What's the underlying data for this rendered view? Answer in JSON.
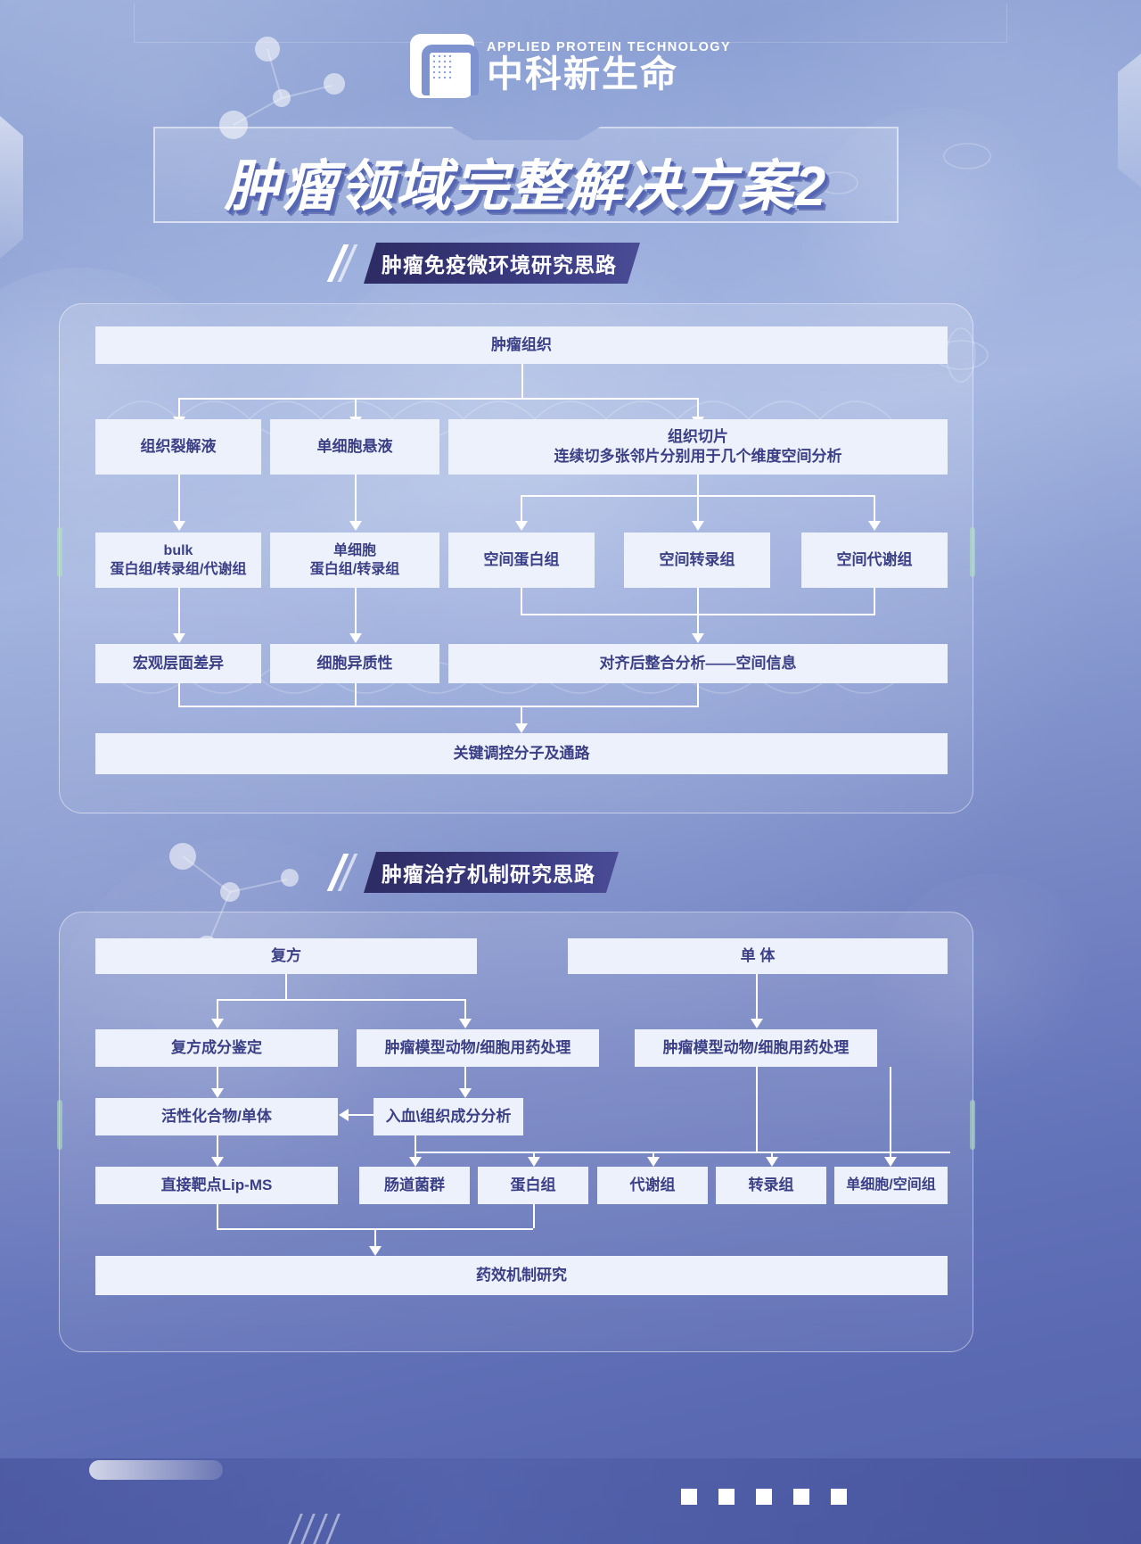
{
  "brand": {
    "english": "APPLIED PROTEIN TECHNOLOGY",
    "chinese": "中科新生命",
    "logo_icon": "protein-chip-logo"
  },
  "title": "肿瘤领域完整解决方案2",
  "sections": [
    {
      "header": "肿瘤免疫微环境研究思路",
      "nodes": {
        "root": "肿瘤组织",
        "r2_a": "组织裂解液",
        "r2_b": "单细胞悬液",
        "r2_c_line1": "组织切片",
        "r2_c_line2": "连续切多张邻片分别用于几个维度空间分析",
        "r3_a_line1": "bulk",
        "r3_a_line2": "蛋白组/转录组/代谢组",
        "r3_b_line1": "单细胞",
        "r3_b_line2": "蛋白组/转录组",
        "r3_c": "空间蛋白组",
        "r3_d": "空间转录组",
        "r3_e": "空间代谢组",
        "r4_a": "宏观层面差异",
        "r4_b": "细胞异质性",
        "r4_c": "对齐后整合分析——空间信息",
        "final": "关键调控分子及通路"
      }
    },
    {
      "header": "肿瘤治疗机制研究思路",
      "nodes": {
        "root_a": "复方",
        "root_b": "单 体",
        "r2_a": "复方成分鉴定",
        "r2_b": "肿瘤模型动物/细胞用药处理",
        "r2_c": "肿瘤模型动物/细胞用药处理",
        "r3_a": "活性化合物/单体",
        "r3_b": "入血\\组织成分分析",
        "r4_a": "直接靶点Lip-MS",
        "r4_b": "肠道菌群",
        "r4_c": "蛋白组",
        "r4_d": "代谢组",
        "r4_e": "转录组",
        "r4_f": "单细胞/空间组",
        "final": "药效机制研究"
      }
    }
  ],
  "colors": {
    "box_fill": "#edf1fb",
    "box_text": "#3b3f86",
    "header_bar": "#2d2b63",
    "accent_tick": "#b4e6be",
    "line": "#ffffff"
  }
}
